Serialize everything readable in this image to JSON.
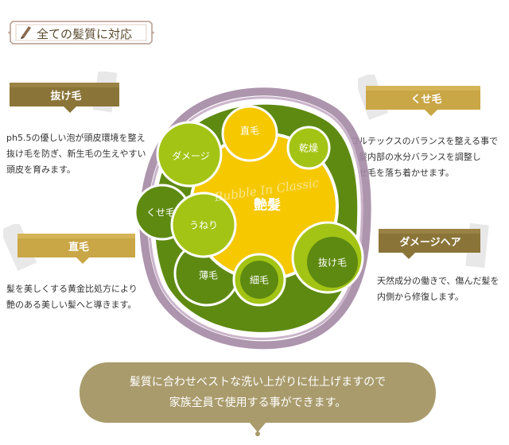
{
  "header": {
    "title": "全ての髪質に対応"
  },
  "diagram": {
    "center_label": "艶髪",
    "watermark": "Bubble In Classic",
    "bubbles": [
      "直毛",
      "乾燥",
      "ダメージ",
      "くせ毛",
      "うねり",
      "薄毛",
      "細毛",
      "抜け毛"
    ]
  },
  "callouts": [
    {
      "label": "抜け毛",
      "lines": [
        "ph5.5の優しい泡が頭皮環境を整え",
        "抜け毛を防ぎ、新生毛の生えやすい",
        "頭皮を育みます。"
      ]
    },
    {
      "label": "くせ毛",
      "lines": [
        "コルテックスのバランスを整える事で",
        "毛髪内部の水分バランスを調整し",
        "くせ毛を落ち着かせます。"
      ]
    },
    {
      "label": "直毛",
      "lines": [
        "髪を美しくする黄金比処方により",
        "艶のある美しい髪へと導きます。"
      ]
    },
    {
      "label": "ダメージヘア",
      "lines": [
        "天然成分の働きで、傷んだ髪を",
        "内側から修復します。"
      ]
    }
  ],
  "footer": {
    "lines": [
      "髪質に合わせベストな洗い上がりに仕上げますので",
      "家族全員で使用する事ができます。"
    ]
  },
  "colors": {
    "label_brown": "#8a7438",
    "label_gold": "#c9a646",
    "dark_green": "#5e8a12",
    "light_green": "#a3c414",
    "yellow": "#f5c800",
    "purple_shadow": "#a58aa5",
    "footer_fill": "#a99b6c"
  }
}
